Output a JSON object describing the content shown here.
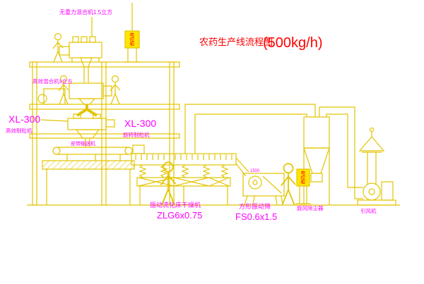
{
  "diagram": {
    "title": "农药生产线流程图",
    "capacity": "(500kg/h)"
  },
  "labels": {
    "gravity_mixer": "无重力混合机1.5立方",
    "high_mixer": "高效混合机3立方",
    "granulator_left_model": "XL-300",
    "granulator_left_name": "高效制粒机",
    "granulator_model": "XL-300",
    "granulator_name": "旋转制粒机",
    "belt_conveyor": "皮带输送机",
    "dryer_name": "振动流化床干燥机",
    "dryer_model": "ZLG6x0.75",
    "sieve_dim": "1500",
    "sieve_name": "方形振动筛",
    "sieve_model": "FS0.6x1.5",
    "cyclone": "旋风除尘器",
    "fan": "引风机",
    "cabinet": "电控柜"
  },
  "colors": {
    "line": "#e3c400",
    "fill": "#ffe600",
    "label": "#ff00ff",
    "title": "#ff0000",
    "background": "#ffffff"
  }
}
